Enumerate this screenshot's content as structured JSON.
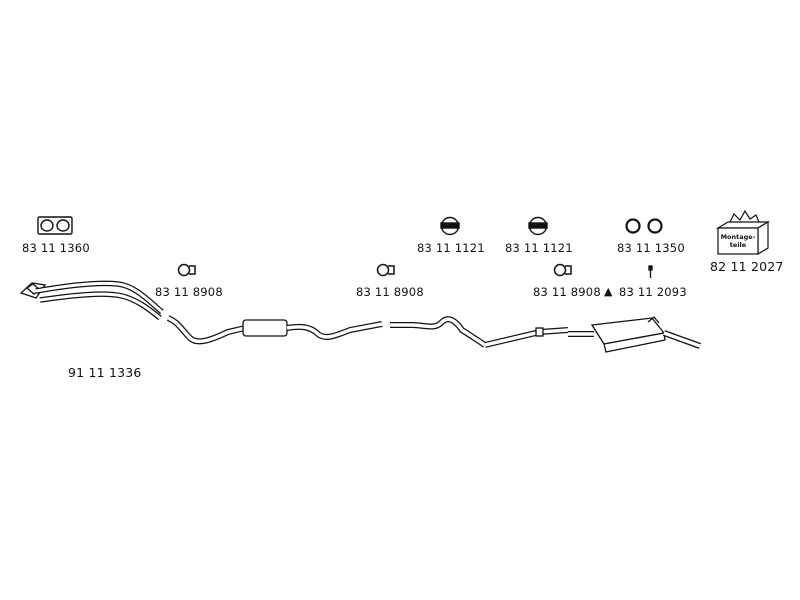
{
  "parts": {
    "flange_gasket": "83 11 1360",
    "front_pipe": "91 11 1336",
    "clamp_1": "83 11 8908",
    "clamp_2": "83 11 8908",
    "clamp_3": "83 11 8908",
    "rubber_mount_1": "83 11 1121",
    "rubber_mount_2": "83 11 1121",
    "rubber_rings": "83 11 1350",
    "hanger_bolt": "83 11 2093",
    "mounting_kit": "82 11 2027"
  },
  "mounting_kit_label": [
    "Montage-",
    "teile"
  ],
  "hanger_marker": "▲",
  "icon_names": [
    "flange-gasket-icon",
    "clamp-icon",
    "rubber-mount-icon",
    "ring-pair-icon",
    "bolt-icon",
    "mounting-kit-box-icon"
  ]
}
